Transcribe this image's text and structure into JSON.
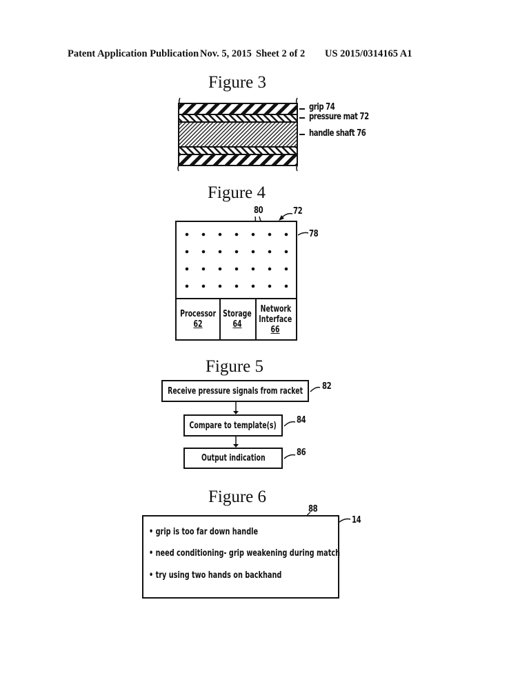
{
  "header": {
    "publication": "Patent Application Publication",
    "date": "Nov. 5, 2015",
    "sheet": "Sheet 2 of 2",
    "number": "US 2015/0314165 A1"
  },
  "figure3": {
    "title": "Figure 3",
    "labels": [
      "grip 74",
      "pressure mat 72",
      "handle shaft 76"
    ]
  },
  "figure4": {
    "title": "Figure 4",
    "ref_sensors": "80",
    "ref_mat": "72",
    "ref_surface": "78",
    "sensor_grid": {
      "rows": 4,
      "columns": 7
    },
    "cells": [
      {
        "name": "Processor",
        "ref": "62"
      },
      {
        "name": "Storage",
        "ref": "64"
      },
      {
        "name": "Network Interface",
        "line1": "Network",
        "line2": "Interface",
        "ref": "66"
      }
    ]
  },
  "figure5": {
    "title": "Figure 5",
    "steps": [
      {
        "text": "Receive pressure signals from racket",
        "ref": "82"
      },
      {
        "text": "Compare to template(s)",
        "ref": "84"
      },
      {
        "text": "Output indication",
        "ref": "86"
      }
    ]
  },
  "figure6": {
    "title": "Figure 6",
    "ref_text": "88",
    "ref_display": "14",
    "bullets": [
      "• grip is too far down handle",
      "• need conditioning- grip weakening during match",
      "• try using two hands on backhand"
    ]
  }
}
